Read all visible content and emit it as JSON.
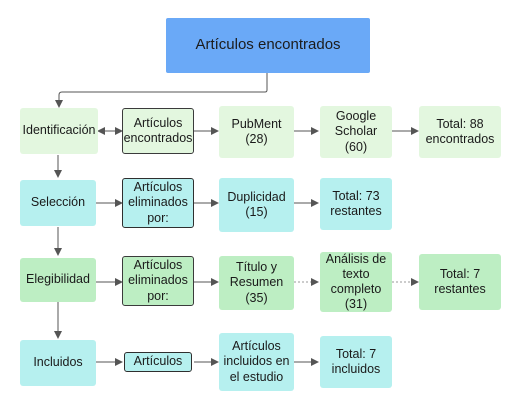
{
  "title": "Artículos encontrados",
  "rows": {
    "identificacion": {
      "stage": "Identificación",
      "filter": "Artículos encontrados",
      "source1": "PubMent (28)",
      "source2": "Google Scholar (60)",
      "total": "Total: 88 encontrados"
    },
    "seleccion": {
      "stage": "Selección",
      "filter": "Artículos eliminados por:",
      "reason": "Duplicidad (15)",
      "total": "Total: 73 restantes"
    },
    "elegibilidad": {
      "stage": "Elegibilidad",
      "filter": "Artículos eliminados por:",
      "reason1": "Título y Resumen (35)",
      "reason2": "Análisis de texto completo (31)",
      "total": "Total: 7 restantes"
    },
    "incluidos": {
      "stage": "Incluidos",
      "filter": "Artículos",
      "result": "Artículos incluidos en el estudio",
      "total": "Total: 7 incluidos"
    }
  },
  "colors": {
    "title": "#6aa9f7",
    "light_green": "#e3f7df",
    "medium_green": "#bdeec3",
    "cyan": "#b6f0ef",
    "line": "#555555"
  }
}
